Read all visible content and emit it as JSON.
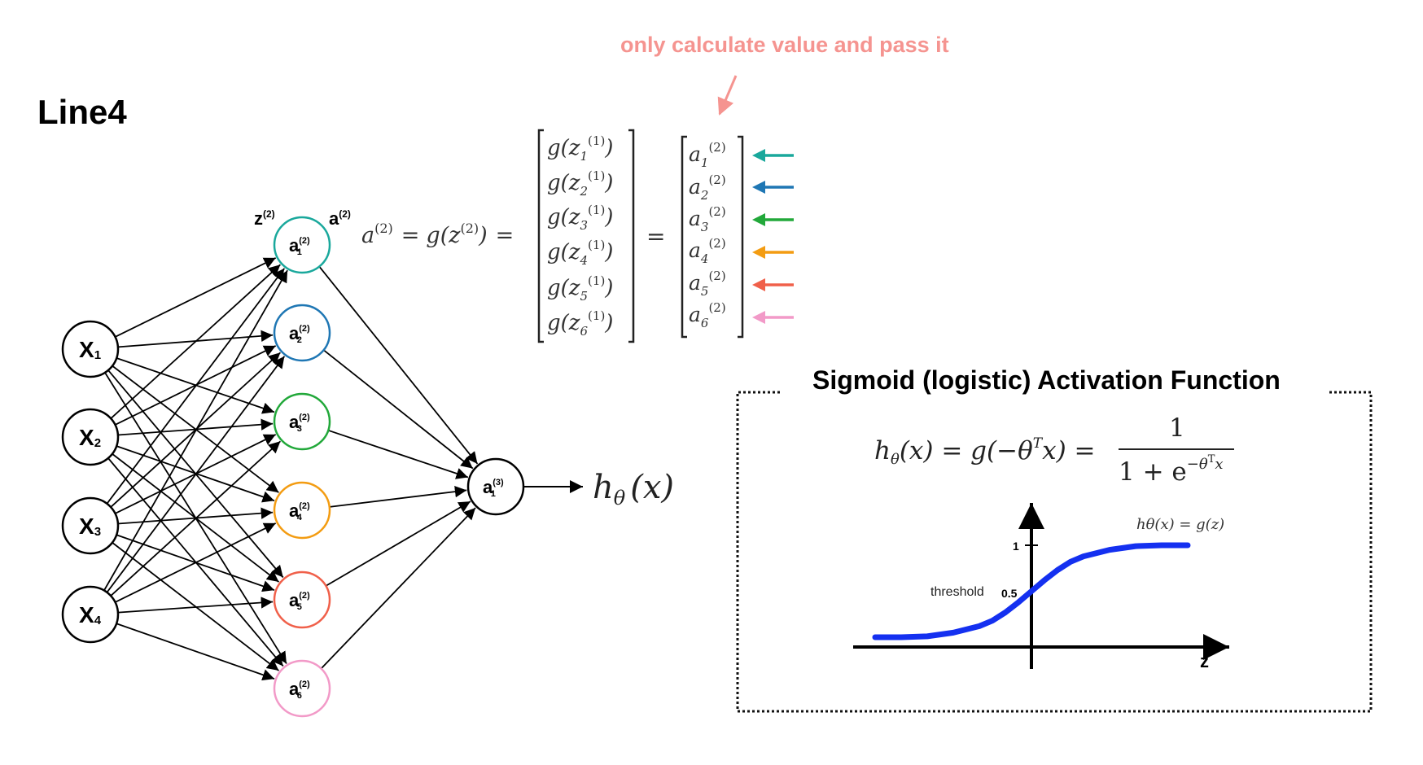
{
  "title": "Line4",
  "note": "only calculate value and pass it",
  "inputs": [
    "X",
    "X",
    "X",
    "X"
  ],
  "input_subs": [
    "1",
    "2",
    "3",
    "4"
  ],
  "layer_markers": {
    "z": "z",
    "z_sup": "(2)",
    "a": "a",
    "a_sup": "(2)"
  },
  "hidden": {
    "base": "a",
    "sup": "(2)",
    "subs": [
      "1",
      "2",
      "3",
      "4",
      "5",
      "6"
    ],
    "colors": [
      "#1aa89c",
      "#1f77b4",
      "#22a83a",
      "#f39c12",
      "#f0604a",
      "#f29ac8"
    ]
  },
  "output": {
    "base": "a",
    "sup": "(3)",
    "sub": "1"
  },
  "hypothesis": {
    "h": "h",
    "theta": "θ",
    "arg": "(x)"
  },
  "equation": {
    "lhs": "a",
    "lhs_sup": "(2)",
    "mid": "= g(z",
    "mid_sup": "(2)",
    "rhs": ") =",
    "equals": "="
  },
  "matrix_g": {
    "g": "g(z",
    "sup": "(1)",
    "close": ")",
    "subs": [
      "1",
      "2",
      "3",
      "4",
      "5",
      "6"
    ]
  },
  "matrix_a": {
    "base": "a",
    "sup": "(2)",
    "subs": [
      "1",
      "2",
      "3",
      "4",
      "5",
      "6"
    ]
  },
  "arrow_colors": [
    "#1aa89c",
    "#1f77b4",
    "#22a83a",
    "#f39c12",
    "#f0604a",
    "#f29ac8"
  ],
  "panel": {
    "title": "Sigmoid (logistic) Activation Function",
    "formula": {
      "lhs": "h",
      "theta": "θ",
      "lhs2": "(x) = g(−θ",
      "T": "T",
      "x": "x) =",
      "num": "1",
      "den": "1 + e",
      "den_sup": "−θ",
      "den_sup_T": "T",
      "den_sup_x": "x"
    }
  },
  "sigmoid_chart": {
    "curve_label": "hθ(x) = g(z)",
    "x_axis_label": "z",
    "tick_1": "1",
    "tick_05": "0.5",
    "threshold_label": "threshold",
    "curve_color": "#1430f0",
    "x": [
      -6,
      -5,
      -4,
      -3,
      -2,
      -1.5,
      -1,
      -0.5,
      0,
      0.5,
      1,
      1.5,
      2,
      3,
      4,
      5,
      6
    ],
    "y": [
      0.0,
      0.0,
      0.01,
      0.05,
      0.12,
      0.18,
      0.27,
      0.38,
      0.5,
      0.62,
      0.73,
      0.82,
      0.88,
      0.95,
      0.99,
      1.0,
      1.0
    ]
  }
}
